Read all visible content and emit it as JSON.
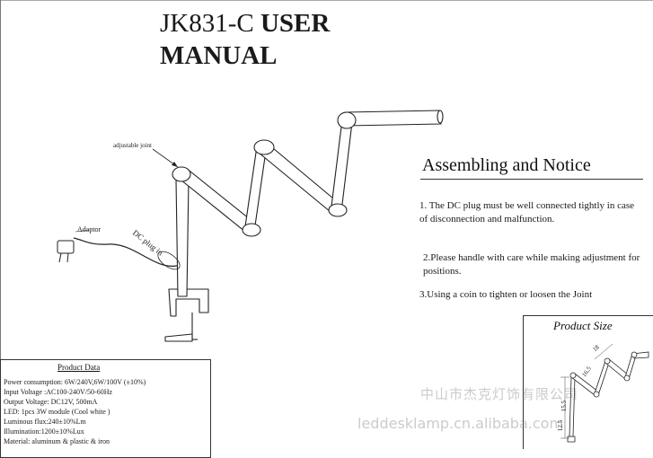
{
  "header": {
    "model": "JK831-C",
    "user": "USER",
    "manual": "MANUAL"
  },
  "illustration": {
    "joint_label": "adjustable joint",
    "adaptor_label": "Adaptor",
    "dc_plug_label": "DC plug in"
  },
  "notice": {
    "title": "Assembling and Notice",
    "items": [
      "1. The DC plug must be well connected tightly in case of disconnection and malfunction.",
      "2.Please handle with care while making adjustment for positions.",
      "3.Using a coin to tighten or loosen the Joint"
    ]
  },
  "product_data": {
    "title": "Product Data",
    "lines": [
      "Power consumption: 6W/240V,6W/100V (±10%)",
      "Input Voltage :AC100-240V/50-60Hz",
      "Output Voltage: DC12V, 500mA",
      "LED: 1pcs 3W module (Cool white )",
      "Luminous flux:240±10%Lm",
      "Illumination:1200±10%Lux",
      "Material: aluminum & plastic & iron"
    ]
  },
  "product_size": {
    "title": "Product Size",
    "dims": [
      "18",
      "16.5",
      "15.5",
      "12.5"
    ]
  },
  "watermark": {
    "cn": "中山市杰克灯饰有限公司",
    "url": "leddesklamp.cn.alibaba.com"
  }
}
